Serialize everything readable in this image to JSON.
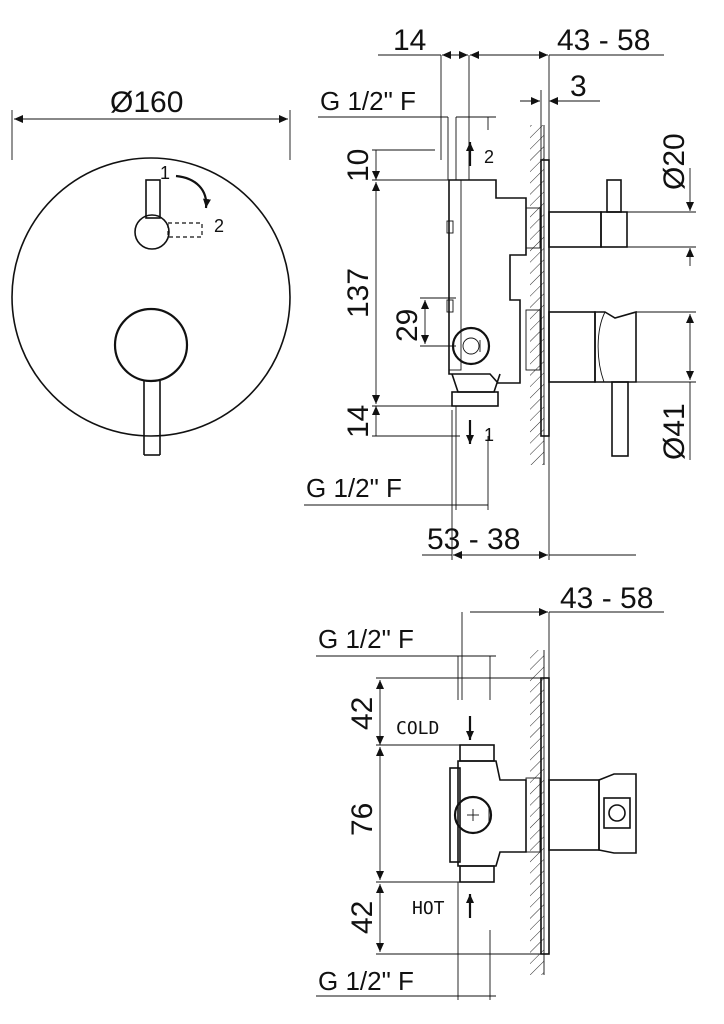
{
  "front_view": {
    "diameter_label": "Ø160",
    "position_1": "1",
    "position_2": "2"
  },
  "side_view": {
    "dim_14_top": "14",
    "dim_43_58_top": "43 - 58",
    "dim_3": "3",
    "thread_top": "G 1/2\" F",
    "dim_10": "10",
    "outlet_2": "2",
    "dim_137": "137",
    "dim_29": "29",
    "dim_14_bottom": "14",
    "outlet_1": "1",
    "thread_bottom": "G 1/2\" F",
    "dim_53_38": "53 - 38",
    "dia_20": "Ø20",
    "dia_41": "Ø41"
  },
  "bottom_view": {
    "dim_43_58": "43 - 58",
    "thread_top": "G 1/2\" F",
    "dim_42_top": "42",
    "cold_label": "COLD",
    "dim_76": "76",
    "dim_42_bottom": "42",
    "hot_label": "HOT",
    "thread_bottom": "G 1/2\" F"
  }
}
